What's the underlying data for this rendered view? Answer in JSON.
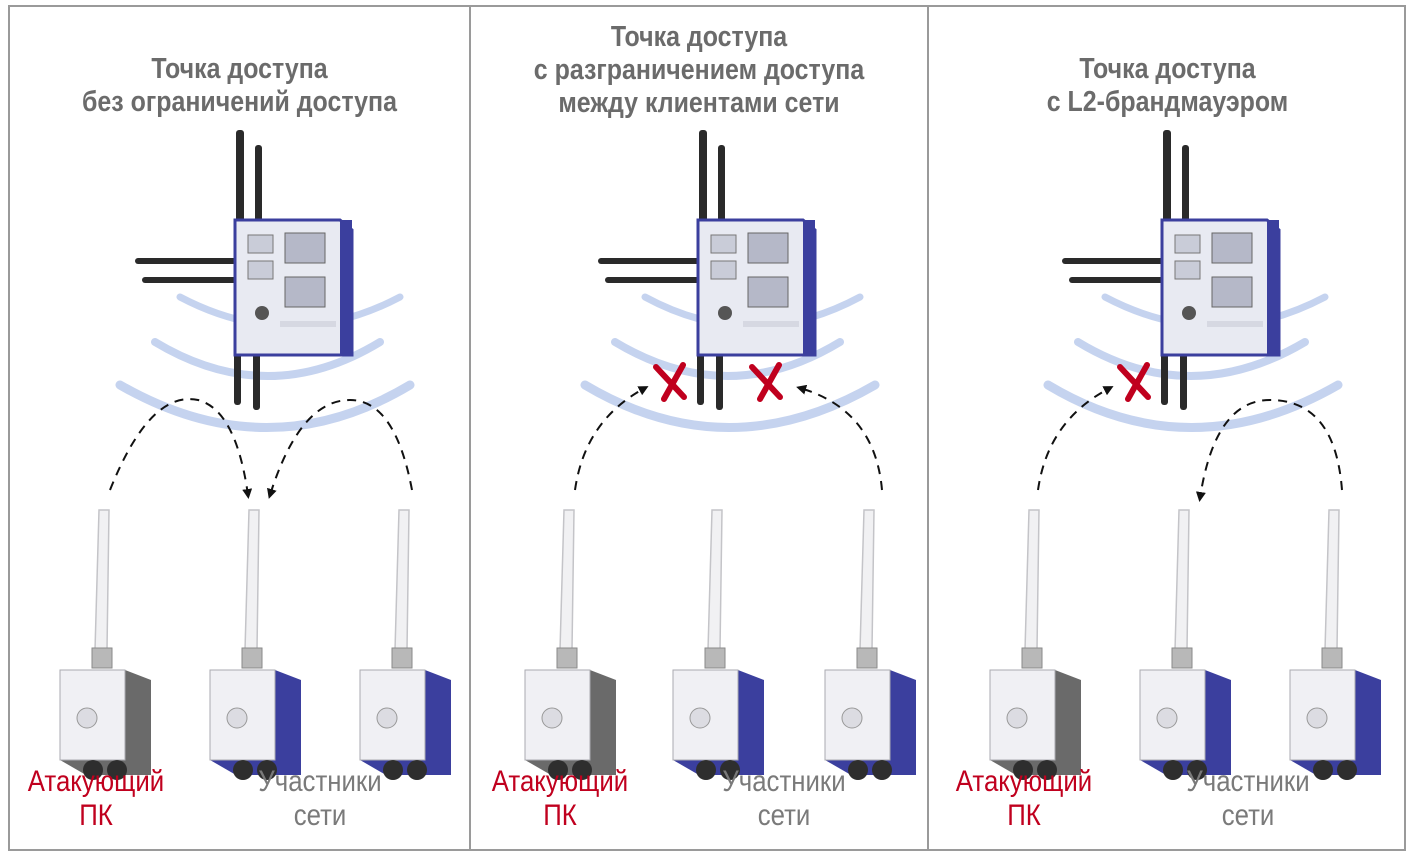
{
  "colors": {
    "border": "#9a9a9a",
    "title": "#6b6b6b",
    "attacker_label": "#c0001e",
    "member_label": "#7a7a7a",
    "wave": "#c5d3ef",
    "blocked_mark": "#c0001e",
    "client_attacker_body": "#6a6a6a",
    "client_member_body": "#3b3f9e",
    "ap_accent": "#3b3f9e"
  },
  "panels": [
    {
      "title_lines": [
        "Точка доступа",
        "без ограничений доступа"
      ],
      "attacker_label_lines": [
        "Атакующий",
        "ПК"
      ],
      "members_label_lines": [
        "Участники",
        "сети"
      ]
    },
    {
      "title_lines": [
        "Точка доступа",
        "с разграничением доступа",
        "между клиентами сети"
      ],
      "attacker_label_lines": [
        "Атакующий",
        "ПК"
      ],
      "members_label_lines": [
        "Участники",
        "сети"
      ]
    },
    {
      "title_lines": [
        "Точка доступа",
        "с L2-брандмауэром"
      ],
      "attacker_label_lines": [
        "Атакующий",
        "ПК"
      ],
      "members_label_lines": [
        "Участники",
        "сети"
      ]
    }
  ],
  "icons": {
    "access_point": "access-point-icon",
    "client_attacker": "attacker-client-icon",
    "client_member": "member-client-icon",
    "blocked": "blocked-x-icon",
    "wave": "wireless-wave-icon"
  }
}
